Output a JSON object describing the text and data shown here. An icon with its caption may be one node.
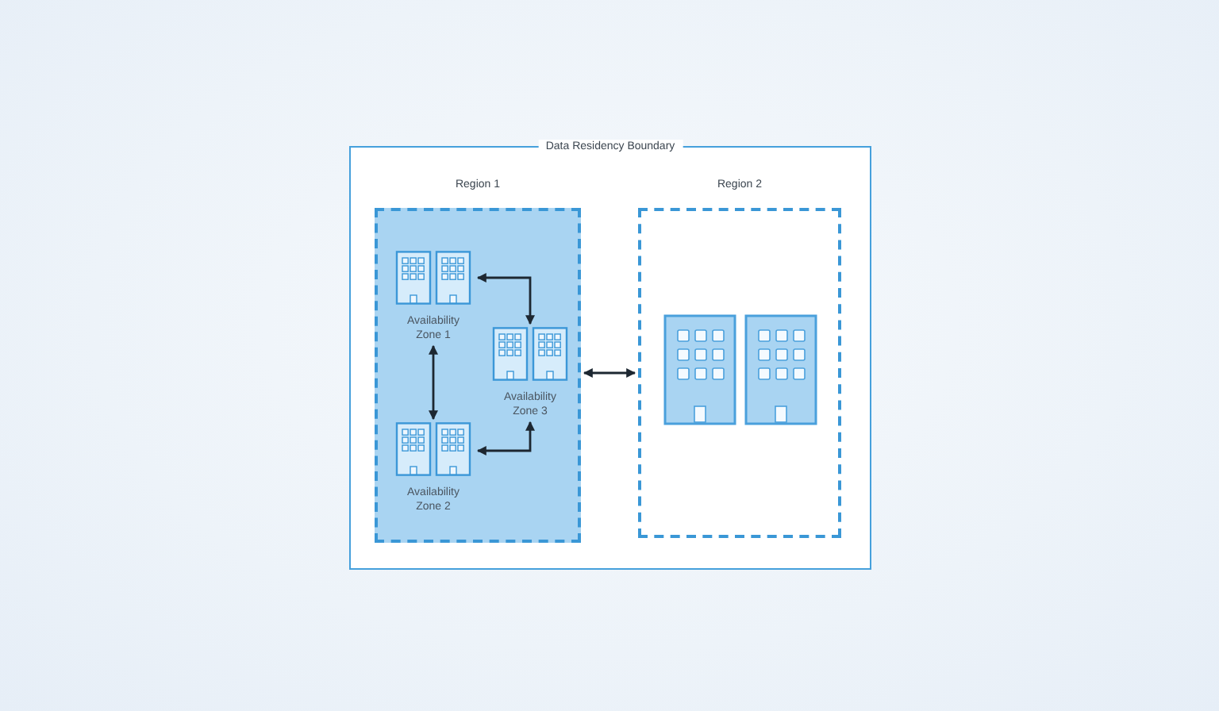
{
  "diagram": {
    "nodes": [
      {
        "text": [
          "Data Residency Boundary"
        ]
      },
      {
        "text": [
          "Region 1"
        ],
        "in": 0
      },
      {
        "text": [
          "Availability Zone 1"
        ],
        "in": 1
      },
      {
        "text": [
          "Availability Zone 3"
        ],
        "in": 1
      },
      {
        "text": [
          "Availability Zone 2"
        ],
        "in": 1
      },
      {
        "text": [
          "Region 2"
        ],
        "in": 0
      },
      {
        "text": [],
        "shape": "picture",
        "in": 5
      }
    ],
    "edges": [
      {
        "from": 2,
        "to": 3,
        "arrow": "both"
      },
      {
        "from": 2,
        "to": 4,
        "arrow": "both"
      },
      {
        "from": 4,
        "to": 3,
        "arrow": "both"
      },
      {
        "from": 1,
        "to": 5,
        "arrow": "both"
      }
    ]
  }
}
